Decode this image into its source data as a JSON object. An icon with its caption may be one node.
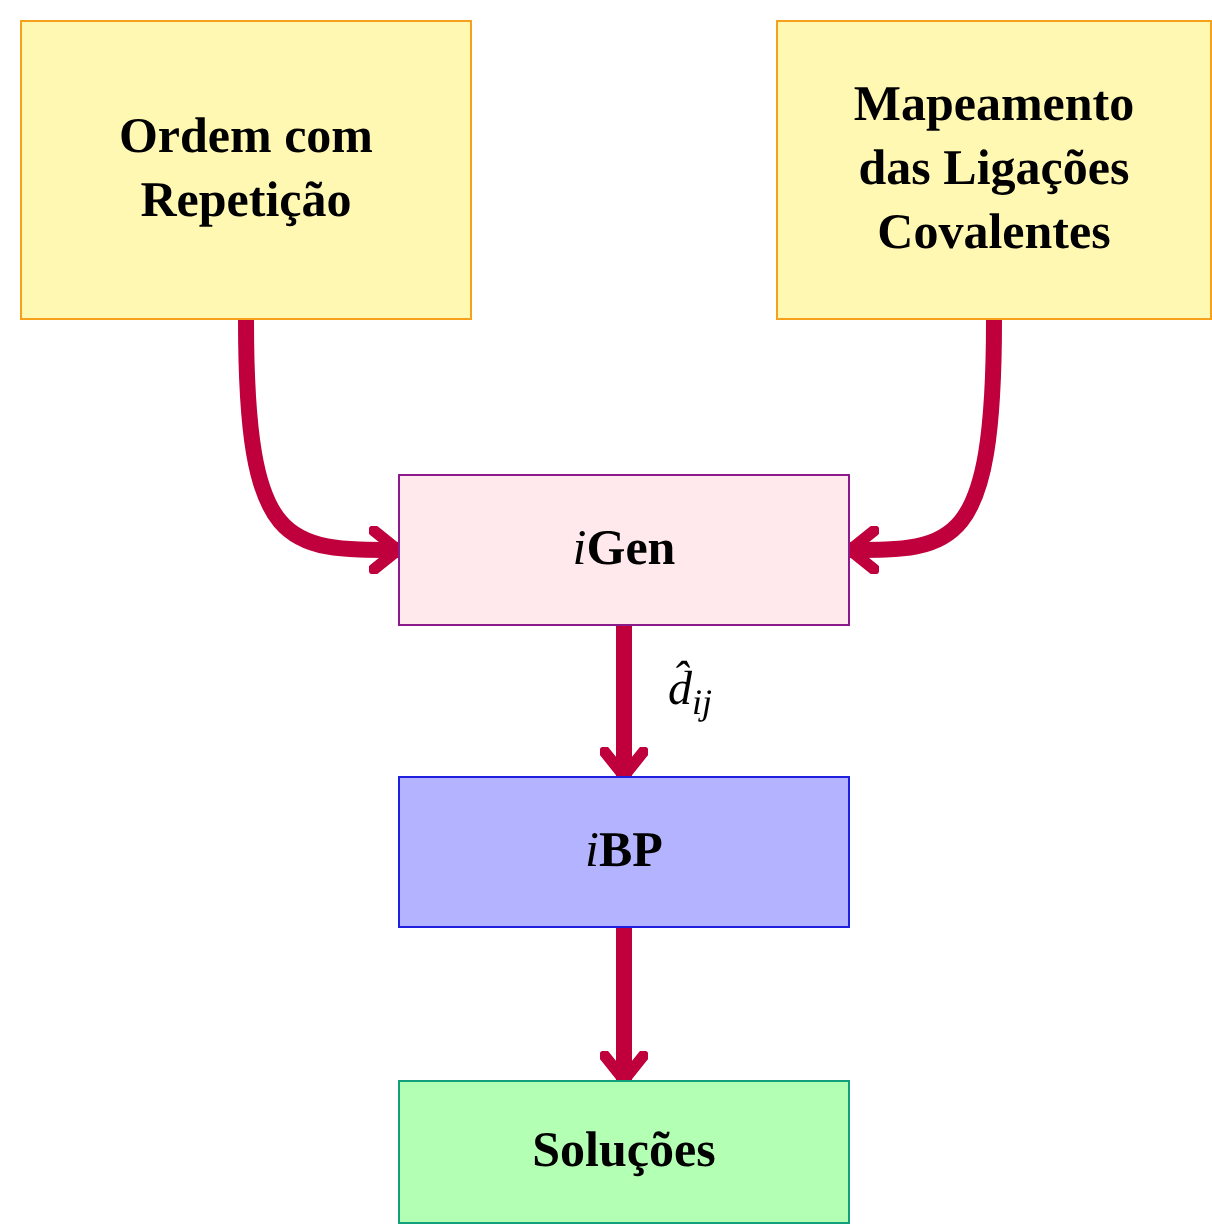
{
  "diagram": {
    "nodes": [
      {
        "text": [
          "Ordem com Repetição"
        ]
      },
      {
        "text": [
          "Mapeamento das Ligações Covalentes"
        ]
      },
      {
        "text": [
          "iGen"
        ]
      },
      {
        "text": [
          "iBP"
        ]
      },
      {
        "text": [
          "Soluções"
        ]
      }
    ],
    "edges": [
      {
        "from": 0,
        "to": 2,
        "arrow": "to"
      },
      {
        "from": 1,
        "to": 2,
        "arrow": "to"
      },
      {
        "from": 2,
        "to": 3,
        "arrow": "to",
        "label": "d̂$_{ij}$"
      },
      {
        "from": 3,
        "to": 4,
        "arrow": "to"
      }
    ]
  }
}
